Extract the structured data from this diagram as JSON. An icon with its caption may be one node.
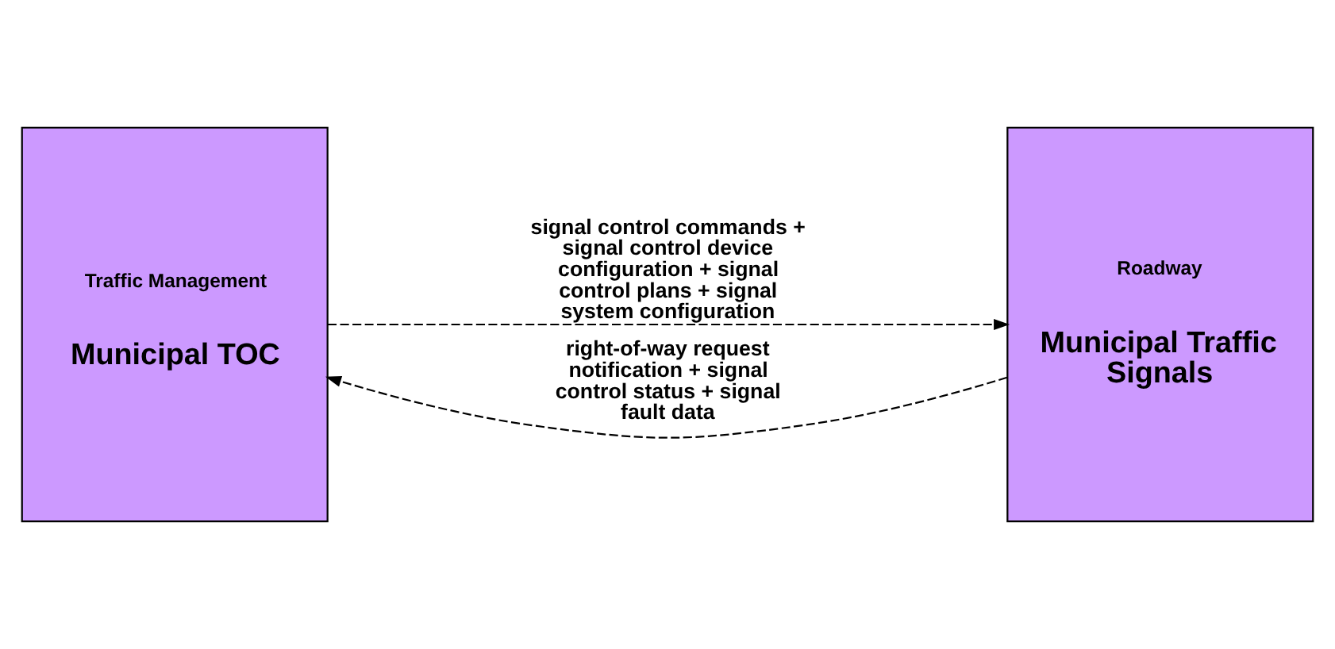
{
  "diagram": {
    "nodes": [
      {
        "text": [
          "Traffic Management",
          "Municipal TOC"
        ]
      },
      {
        "text": [
          "Roadway",
          "Municipal Traffic Signals"
        ]
      }
    ],
    "edges": [
      {
        "from": 0,
        "to": 1,
        "arrow": "to",
        "style": "dashed",
        "label": "signal control commands + signal control device configuration + signal control plans + signal system configuration"
      },
      {
        "from": 1,
        "to": 0,
        "arrow": "to",
        "style": "dashed",
        "label": "right-of-way request notification + signal control status + signal fault data"
      }
    ]
  }
}
